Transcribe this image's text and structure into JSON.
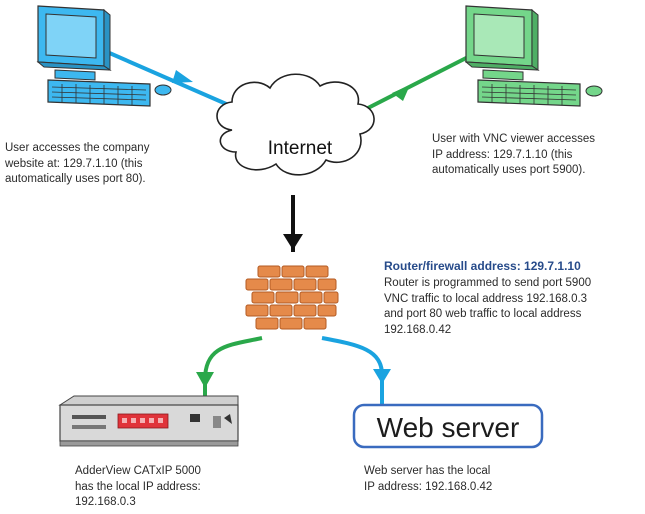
{
  "cloud": {
    "label": "Internet"
  },
  "captions": {
    "user_web": [
      "User accesses the company",
      "website at: 129.7.1.10 (this",
      "automatically uses port 80)."
    ],
    "user_vnc": [
      "User with VNC viewer accesses",
      "IP address: 129.7.1.10 (this",
      "automatically uses port 5900)."
    ],
    "router_title": "Router/firewall address: 129.7.1.10",
    "router_body": [
      "Router is programmed to send port 5900",
      "VNC traffic to local address 192.168.0.3",
      "and port 80 web traffic to local address",
      "192.168.0.42"
    ],
    "adderview": [
      "AdderView CATxIP 5000",
      "has the local IP address:",
      "192.168.0.3"
    ],
    "webserver": [
      "Web server has the local",
      "IP address: 192.168.0.42"
    ]
  },
  "webserver": {
    "label": "Web server"
  },
  "colors": {
    "blue_line": "#1aa3e0",
    "green_line": "#2aa84a",
    "black_line": "#111111",
    "brick": "#e58a4a",
    "monitor_blue": "#3db8f0",
    "monitor_green": "#74d68a",
    "router_title": "#274b8a",
    "device_red": "#e0333a"
  }
}
